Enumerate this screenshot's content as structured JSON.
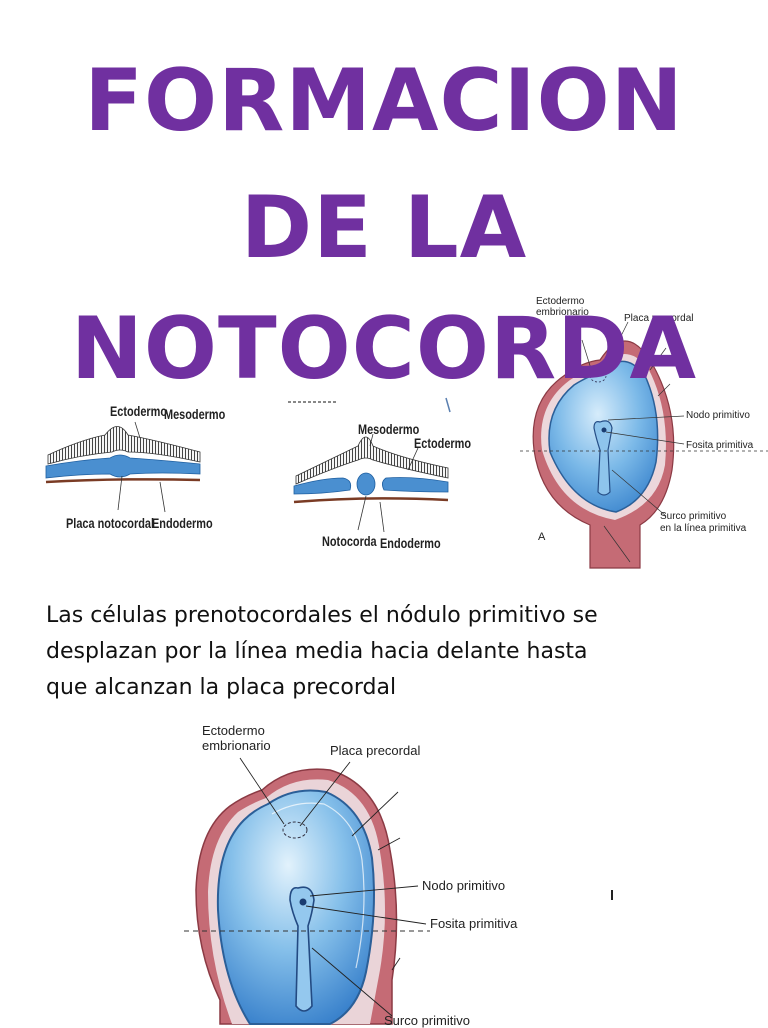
{
  "title": {
    "line1": "FORMACION",
    "line2": "DE LA",
    "line3": "NOTOCORDA"
  },
  "colors": {
    "title": "#7030a0",
    "embryo_outer": "#c0646e",
    "embryo_inner": "#5aa0dc",
    "layer_blue": "#4a8fd0"
  },
  "section_left": {
    "label_ectodermo": "Ectodermo",
    "label_mesodermo": "Mesodermo",
    "label_placa_notocordal": "Placa notocordal",
    "label_endodermo": "Endodermo"
  },
  "section_mid": {
    "label_mesodermo": "Mesodermo",
    "label_ectodermo": "Ectodermo",
    "label_notocorda": "Notocorda",
    "label_endodermo": "Endodermo"
  },
  "small_embryo": {
    "label_ectodermo_1": "Ectodermo",
    "label_ectodermo_2": "embrionario",
    "label_placa_precordal": "Placa precordal",
    "label_nodo": "Nodo primitivo",
    "label_fosita": "Fosita primitiva",
    "label_surco_1": "Surco primitivo",
    "label_surco_2": "en la línea primitiva",
    "label_letter": "A"
  },
  "description": {
    "line1": "Las células prenotocordales el nódulo primitivo se",
    "line2": "desplazan por la línea media hacia delante hasta",
    "line3": "que alcanzan la placa precordal"
  },
  "large_embryo": {
    "label_ectodermo_1": "Ectodermo",
    "label_ectodermo_2": "embrionario",
    "label_placa_precordal": "Placa precordal",
    "label_nodo": "Nodo primitivo",
    "label_fosita": "Fosita primitiva",
    "label_surco": "Surco primitivo"
  }
}
